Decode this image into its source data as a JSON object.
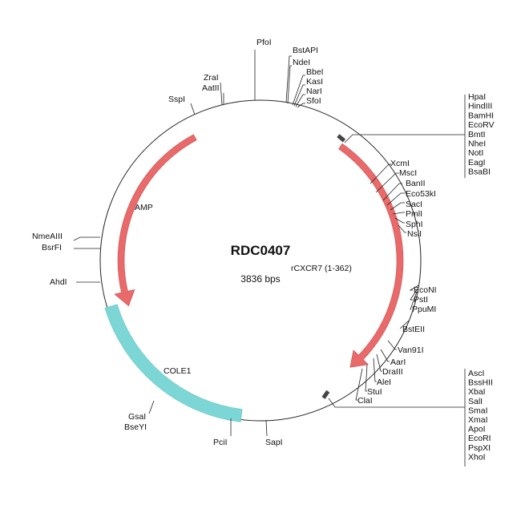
{
  "plasmid": {
    "name": "RDC0407",
    "size_label": "3836 bps"
  },
  "features": {
    "amp": {
      "label": "AMP",
      "color": "#e86a6a"
    },
    "cxcr7": {
      "label": "rCXCR7 (1-362)",
      "color": "#e86a6a"
    },
    "cole1": {
      "label": "COLE1",
      "color": "#7dd6d6"
    }
  },
  "sites": {
    "pfol": "PfoI",
    "bstapi": "BstAPI",
    "ndei": "NdeI",
    "bbei": "BbeI",
    "kasi": "KasI",
    "nari": "NarI",
    "sfoi": "SfoI",
    "zrai": "ZraI",
    "aatii": "AatII",
    "sspi": "SspI",
    "xcmi": "XcmI",
    "msci": "MscI",
    "banii": "BanII",
    "eco53ki": "Eco53kI",
    "saci": "SacI",
    "pmli": "PmlI",
    "sphi": "SphI",
    "nsii": "NsiI",
    "econi": "EcoNI",
    "psti": "PstI",
    "ppumi": "PpuMI",
    "bsteii": "BstEII",
    "van91i": "Van91I",
    "aari": "AarI",
    "dralli": "DraIII",
    "alei": "AleI",
    "stui": "StuI",
    "clai": "ClaI",
    "sapi": "SapI",
    "pcii": "PciI",
    "gsai": "GsaI",
    "bseyi": "BseYI",
    "ahdi": "AhdI",
    "bsrfi": "BsrFI",
    "nmeaiii": "NmeAIII"
  },
  "mcs_top": [
    "HpaI",
    "HindIII",
    "BamHI",
    "EcoRV",
    "BmtI",
    "NheI",
    "NotI",
    "EagI",
    "BsaBI"
  ],
  "mcs_bottom": [
    "AscI",
    "BssHII",
    "XbaI",
    "SalI",
    "SmaI",
    "XmaI",
    "ApoI",
    "EcoRI",
    "PspXI",
    "XhoI"
  ]
}
